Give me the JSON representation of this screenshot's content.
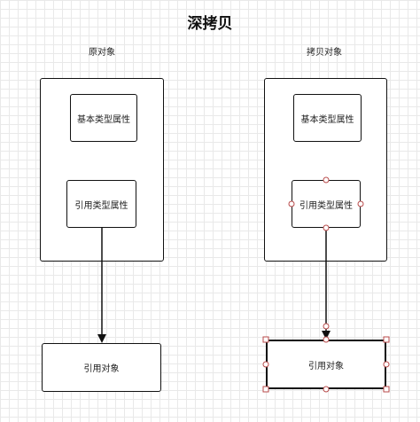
{
  "diagram": {
    "title": "深拷贝",
    "left": {
      "header": "原对象",
      "basic_prop": "基本类型属性",
      "ref_prop": "引用类型属性",
      "ref_obj": "引用对象"
    },
    "right": {
      "header": "拷贝对象",
      "basic_prop": "基本类型属性",
      "ref_prop": "引用类型属性",
      "ref_obj": "引用对象"
    },
    "colors": {
      "stroke": "#111111",
      "selection_handle": "#b84a4a",
      "grid": "#e9e9e9"
    }
  }
}
